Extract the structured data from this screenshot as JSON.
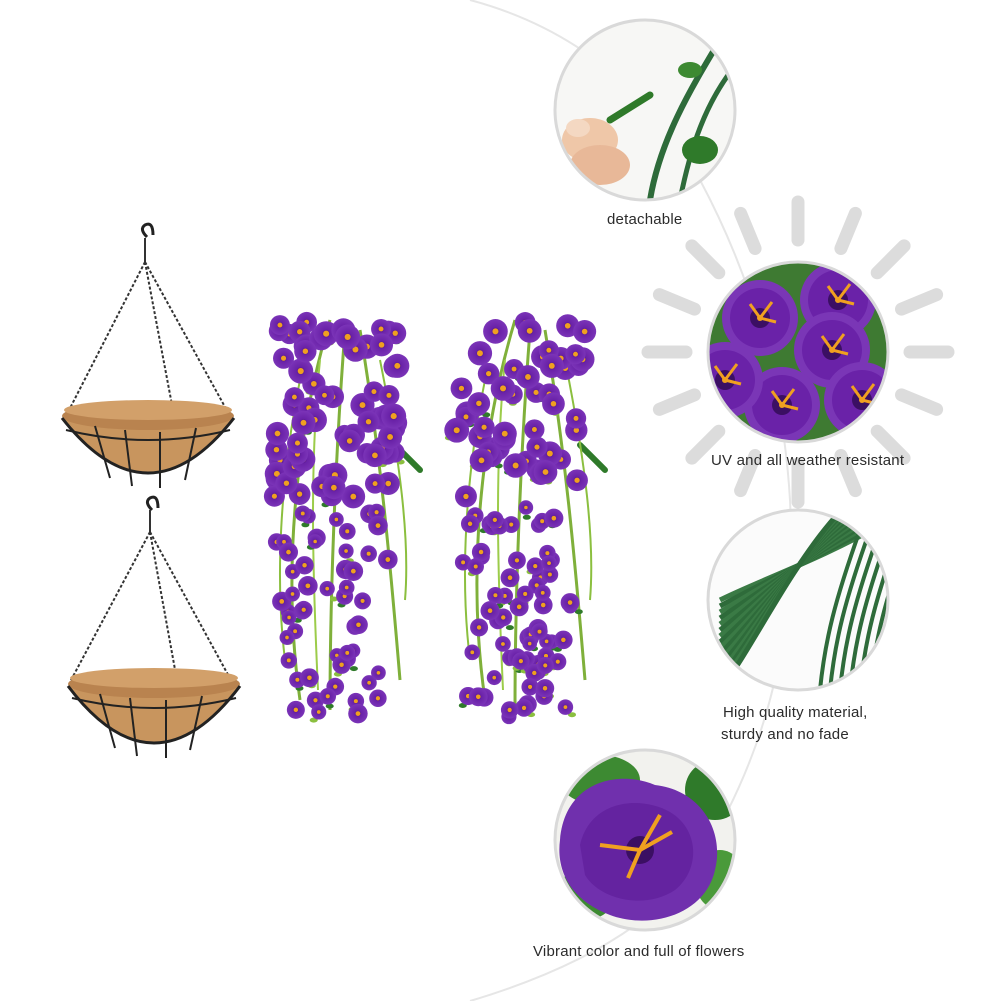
{
  "features": {
    "detachable": "detachable",
    "uv_resistant": "UV and all weather resistant",
    "quality_line1": "High quality material,",
    "quality_line2": "sturdy and no fade",
    "vibrant": "Vibrant color and full of flowers"
  },
  "colors": {
    "background": "#ffffff",
    "flower_purple": "#6a22a8",
    "flower_center": "#f0a020",
    "leaf_green": "#2f7a2a",
    "stem_green": "#2e6b3a",
    "coco_liner": "#c8955e",
    "wire_frame": "#222222",
    "sun_rays": "#dcdcdc",
    "connector_line": "#e6e6e6"
  }
}
